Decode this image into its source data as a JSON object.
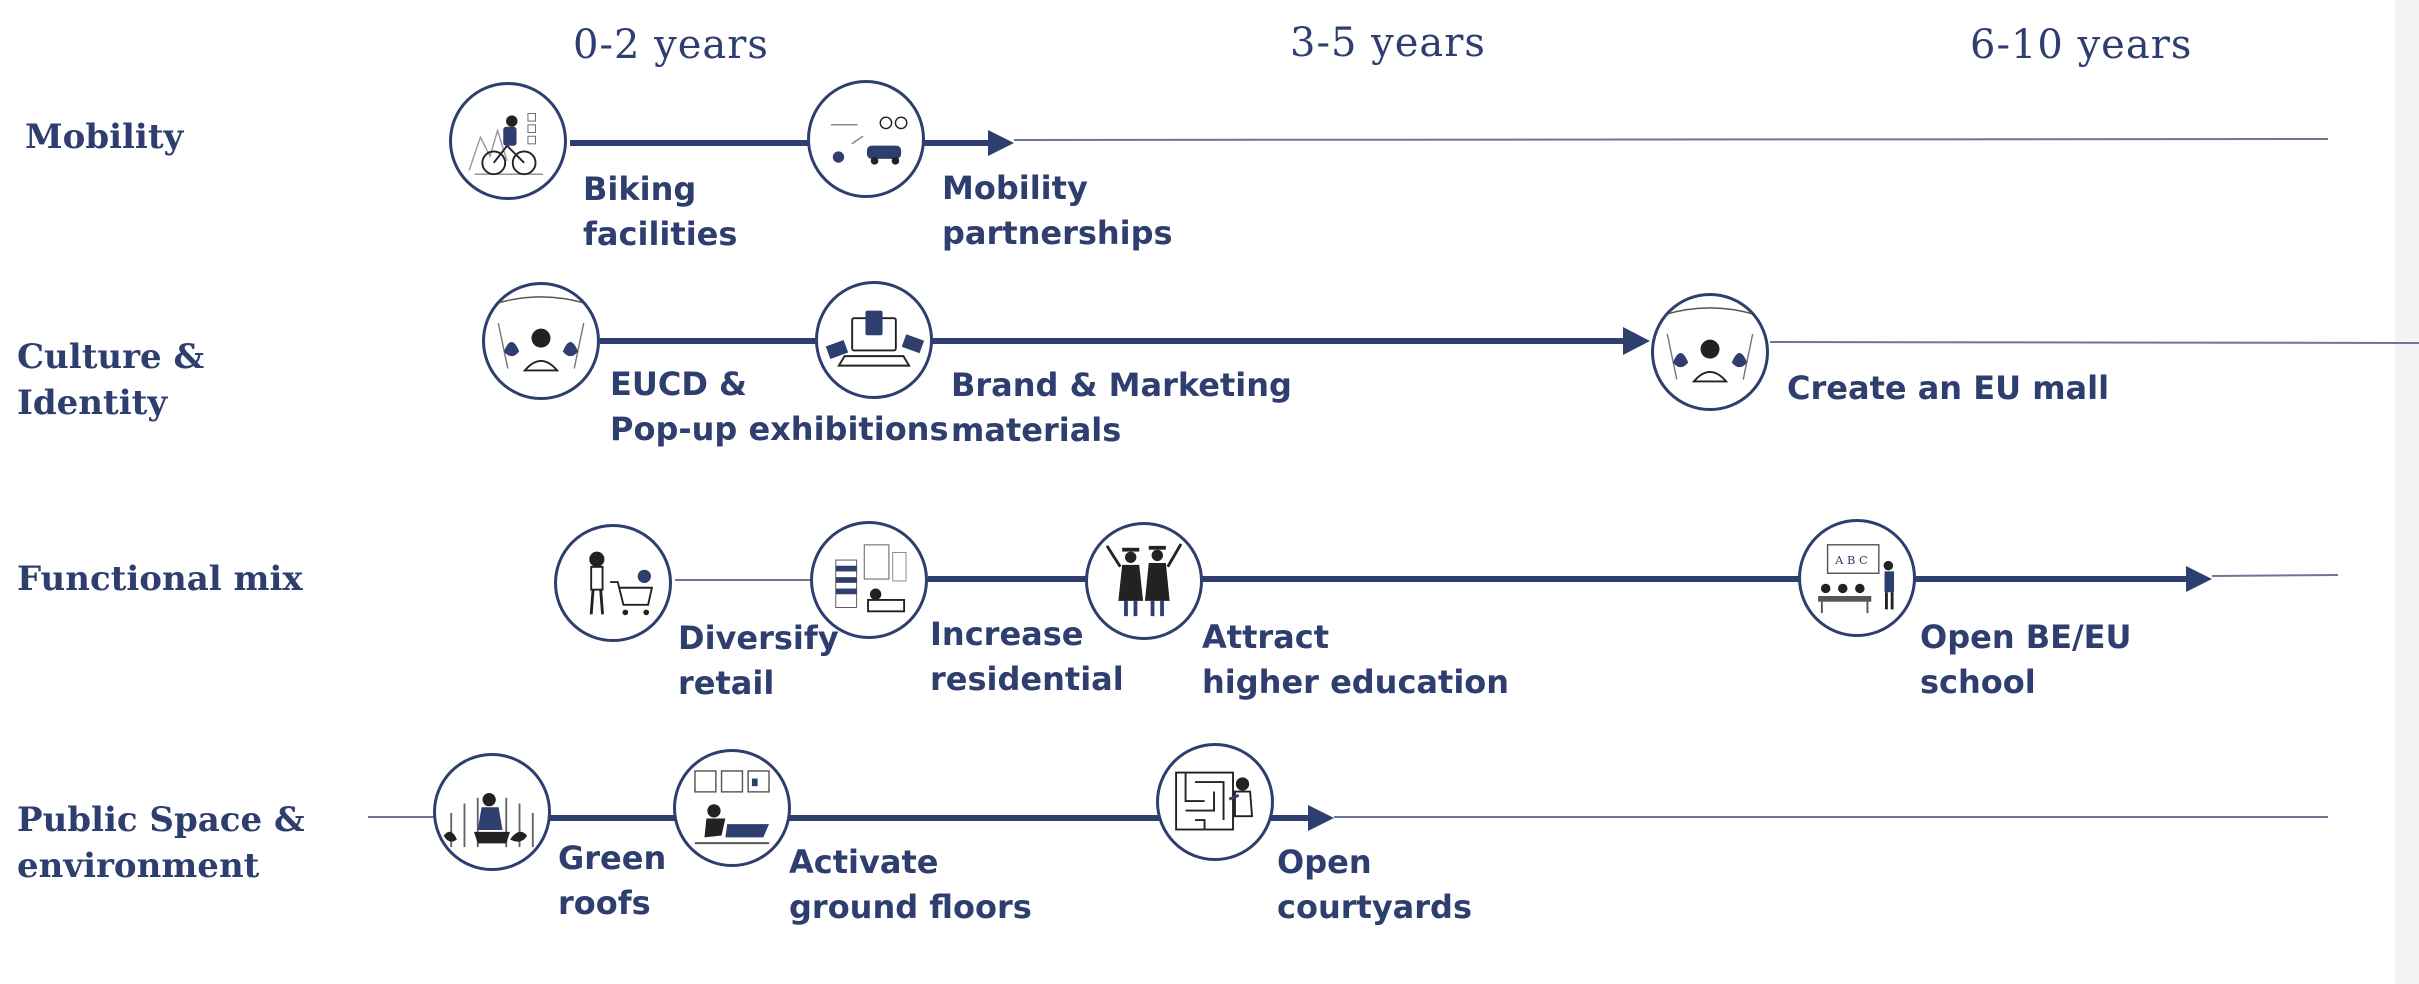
{
  "periods": [
    "0-2 years",
    "3-5 years",
    "6-10 years"
  ],
  "rows": [
    {
      "title": "Mobility",
      "milestones": [
        {
          "lines": [
            "Biking",
            "facilities"
          ],
          "icon": "cyclist-icon"
        },
        {
          "lines": [
            "Mobility",
            "partnerships"
          ],
          "icon": "vehicles-icon"
        }
      ]
    },
    {
      "title": "Culture & Identity",
      "milestones": [
        {
          "lines": [
            "EUCD &",
            "Pop-up exhibitions"
          ],
          "icon": "exhibition-icon"
        },
        {
          "lines": [
            "Brand & Marketing",
            "materials"
          ],
          "icon": "laptop-icon"
        },
        {
          "lines": [
            "Create an EU mall"
          ],
          "icon": "exhibition-icon"
        }
      ]
    },
    {
      "title": "Functional mix",
      "milestones": [
        {
          "lines": [
            "Diversify",
            "retail"
          ],
          "icon": "shopping-cart-icon"
        },
        {
          "lines": [
            "Increase",
            "residential"
          ],
          "icon": "buildings-icon"
        },
        {
          "lines": [
            "Attract",
            "higher education"
          ],
          "icon": "graduates-icon"
        },
        {
          "lines": [
            "Open BE/EU",
            "school"
          ],
          "icon": "classroom-icon"
        }
      ]
    },
    {
      "title": "Public Space & environment",
      "milestones": [
        {
          "lines": [
            "Green",
            "roofs"
          ],
          "icon": "gardener-icon"
        },
        {
          "lines": [
            "Activate",
            "ground floors"
          ],
          "icon": "workspace-icon"
        },
        {
          "lines": [
            "Open",
            "courtyards"
          ],
          "icon": "maze-icon"
        }
      ]
    }
  ],
  "colors": {
    "primary": "#2e3e6e",
    "thin_line": "#6b7699"
  }
}
